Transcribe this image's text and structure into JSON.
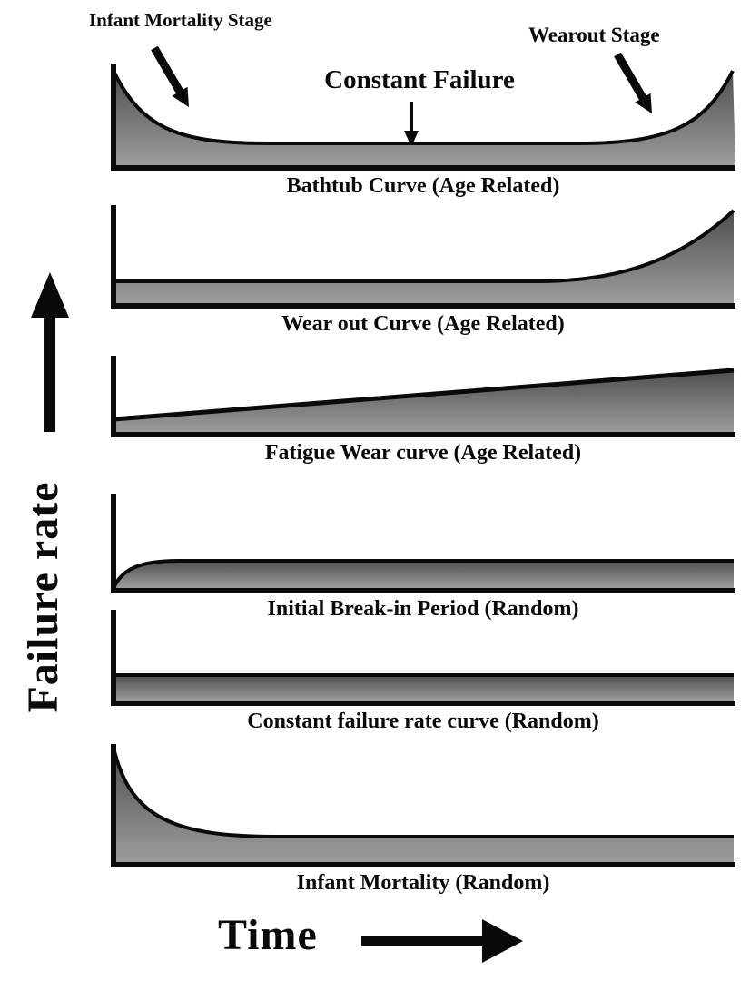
{
  "axes": {
    "y_label": "Failure rate",
    "x_label": "Time"
  },
  "annotations": {
    "infant_mortality_stage": "Infant Mortality Stage",
    "constant_failure": "Constant Failure",
    "wearout_stage": "Wearout Stage"
  },
  "panels": [
    {
      "caption": "Bathtub Curve (Age Related)",
      "curve_type": "bathtub"
    },
    {
      "caption": "Wear out Curve (Age Related)",
      "curve_type": "wear-out"
    },
    {
      "caption": "Fatigue Wear curve (Age Related)",
      "curve_type": "fatigue-wear-linear-increase"
    },
    {
      "caption": "Initial Break-in Period (Random)",
      "curve_type": "break-in-rise-then-constant"
    },
    {
      "caption": "Constant failure rate curve (Random)",
      "curve_type": "constant"
    },
    {
      "caption": "Infant Mortality (Random)",
      "curve_type": "decreasing-then-constant"
    }
  ],
  "colors": {
    "curve_fill_top": "#4f4f4f",
    "curve_fill_bottom": "#9c9c9c",
    "line": "#0a0a0a",
    "background": "#ffffff"
  }
}
